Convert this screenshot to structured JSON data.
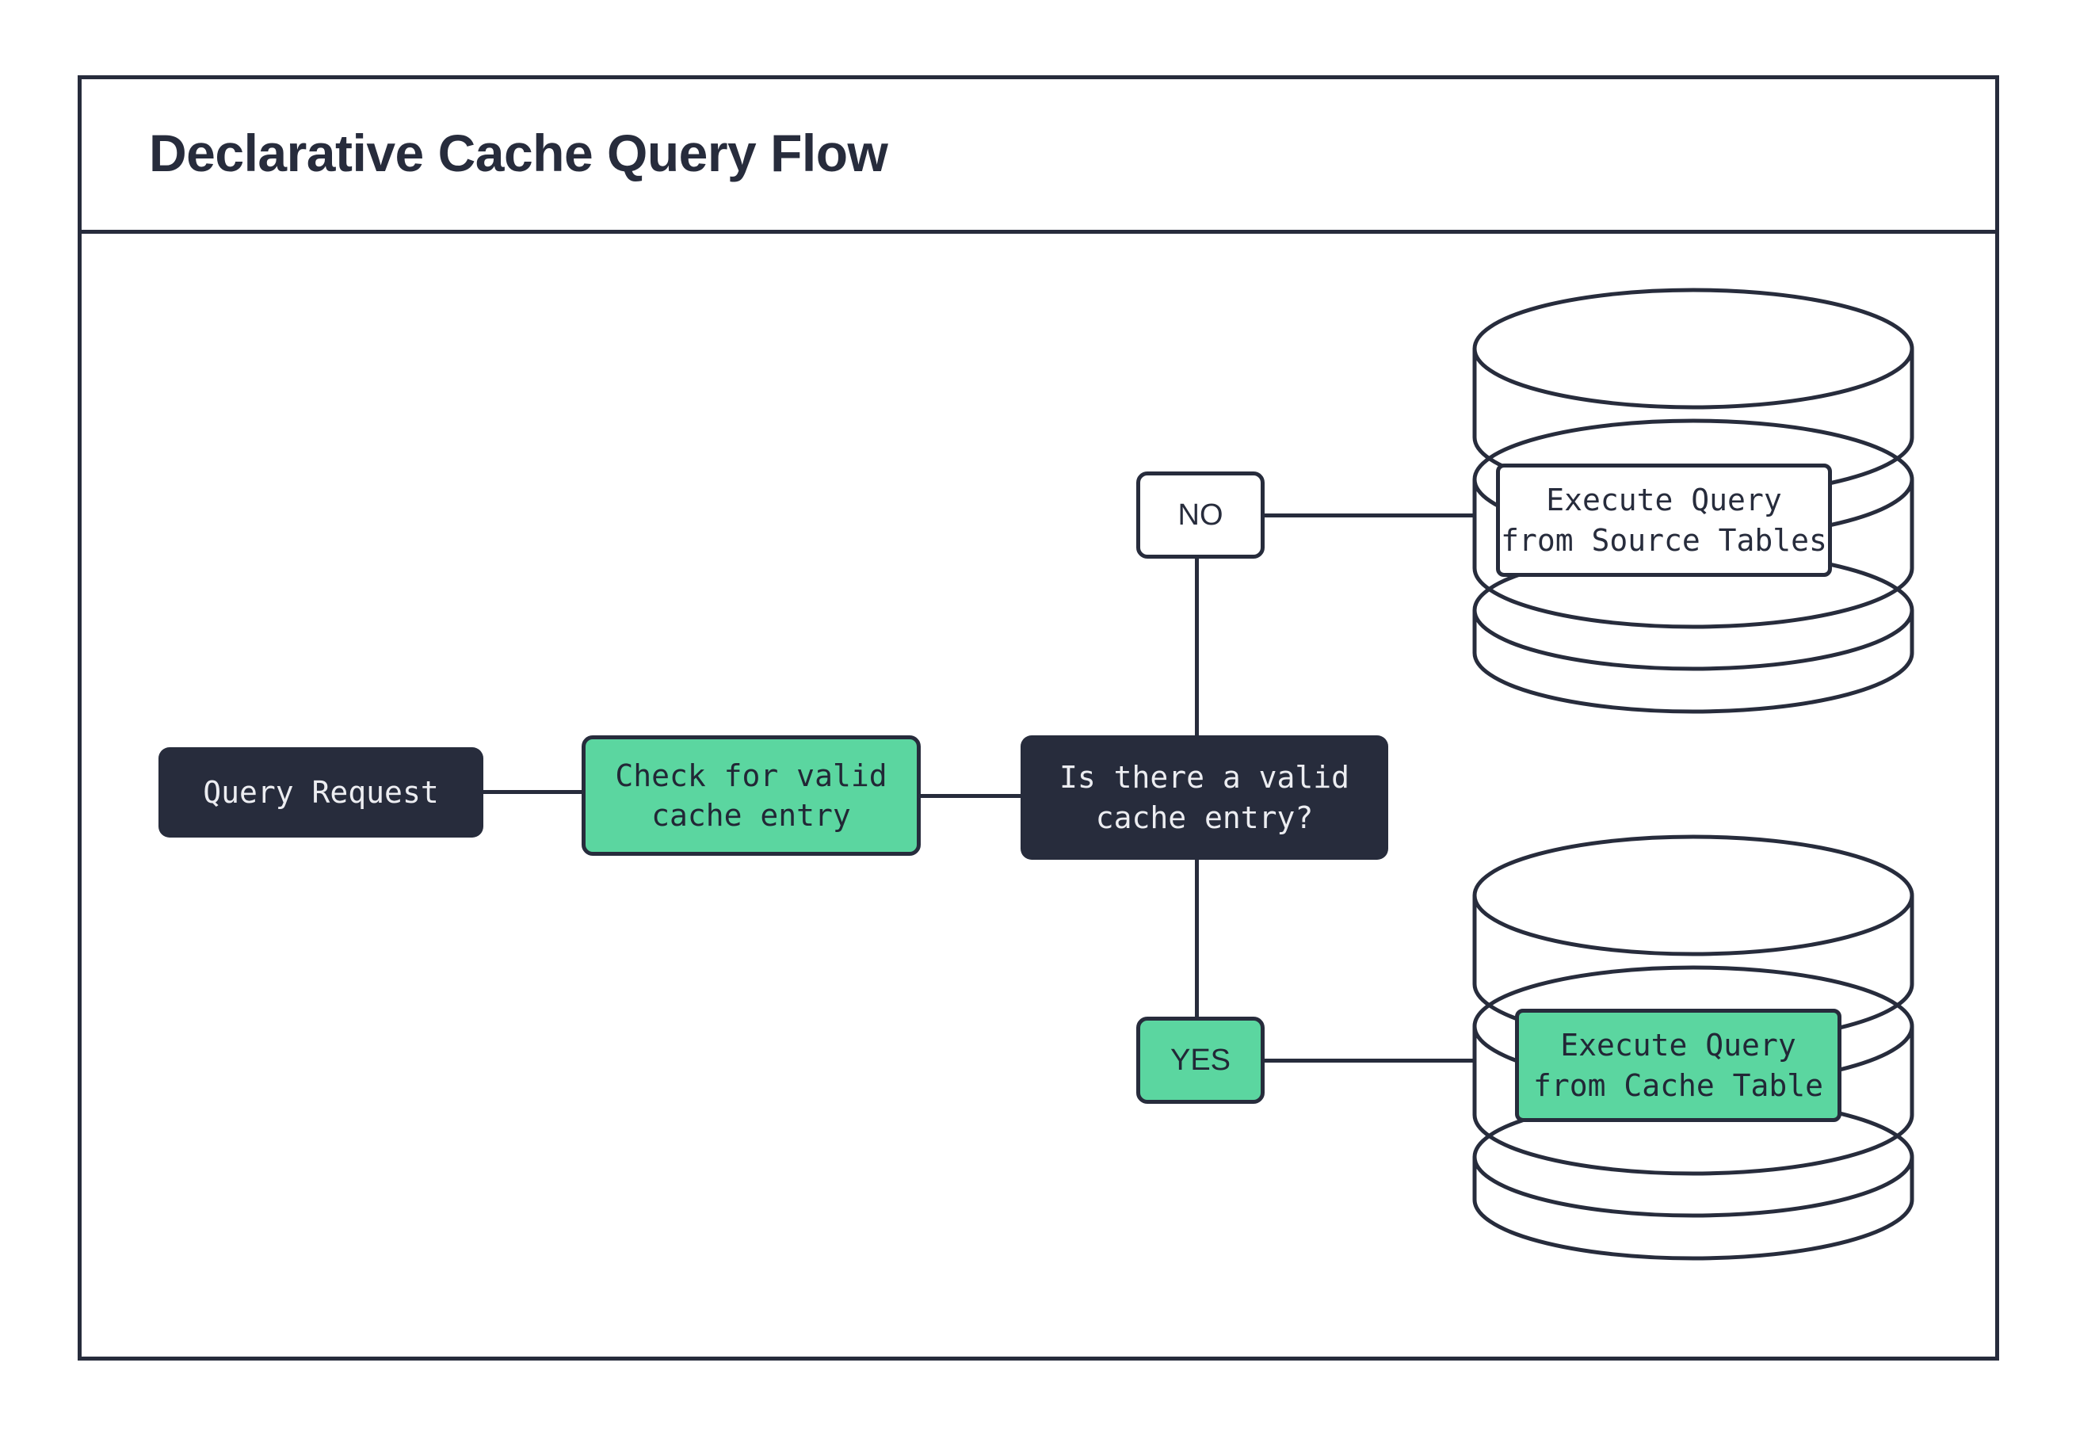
{
  "diagram": {
    "title": "Declarative Cache Query Flow",
    "colors": {
      "dark": "#272C3C",
      "green": "#5BD6A0",
      "white": "#FFFFFF",
      "text_light": "#ECEDF1",
      "text_dark": "#222736"
    },
    "nodes": {
      "query_request": "Query Request",
      "check_cache": "Check for valid\ncache entry",
      "decision": "Is there a valid\ncache entry?",
      "branch_no": "NO",
      "branch_yes": "YES",
      "source_db_label": "Execute Query\nfrom Source Tables",
      "cache_db_label": "Execute Query\nfrom Cache Table"
    },
    "edges": [
      {
        "from": "Query Request",
        "to": "Check for valid cache entry",
        "label": ""
      },
      {
        "from": "Check for valid cache entry",
        "to": "Is there a valid cache entry?",
        "label": ""
      },
      {
        "from": "Is there a valid cache entry?",
        "to": "Execute Query from Source Tables",
        "label": "NO"
      },
      {
        "from": "Is there a valid cache entry?",
        "to": "Execute Query from Cache Table",
        "label": "YES"
      }
    ]
  }
}
